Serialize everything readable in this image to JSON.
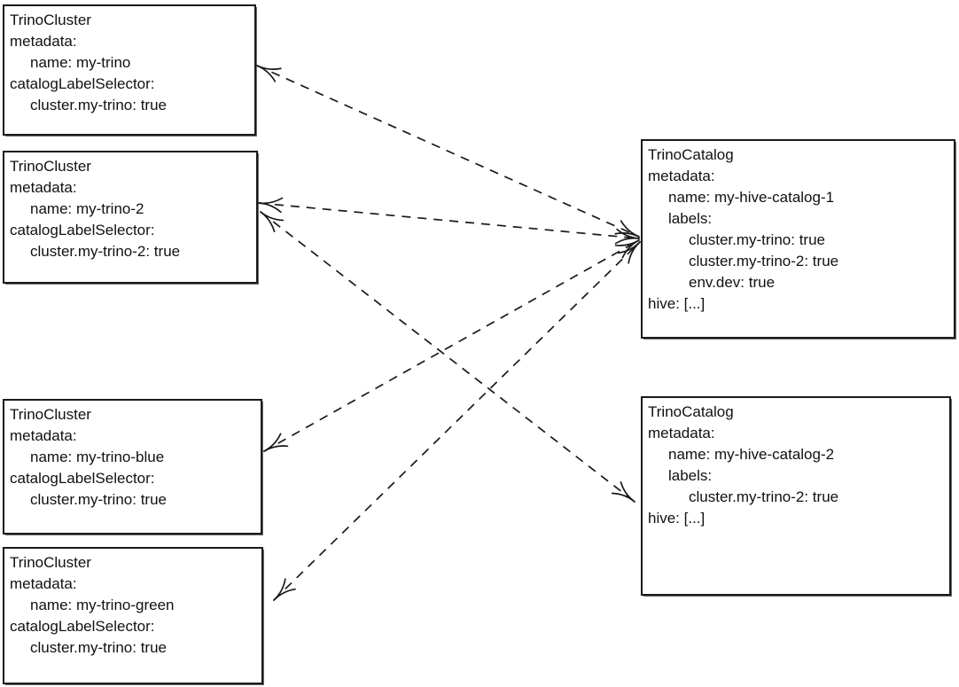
{
  "diagram": {
    "colors": {
      "background": "#ffffff",
      "stroke": "#1a1a1a",
      "text": "#111111"
    },
    "nodes": [
      {
        "id": "my-trino",
        "kind": "TrinoCluster",
        "lines": [
          {
            "text": "TrinoCluster",
            "indent": 0
          },
          {
            "text": "metadata:",
            "indent": 0
          },
          {
            "text": "name: my-trino",
            "indent": 1
          },
          {
            "text": "catalogLabelSelector:",
            "indent": 0
          },
          {
            "text": "cluster.my-trino: true",
            "indent": 1
          }
        ]
      },
      {
        "id": "my-trino-2",
        "kind": "TrinoCluster",
        "lines": [
          {
            "text": "TrinoCluster",
            "indent": 0
          },
          {
            "text": "metadata:",
            "indent": 0
          },
          {
            "text": "name: my-trino-2",
            "indent": 1
          },
          {
            "text": "catalogLabelSelector:",
            "indent": 0
          },
          {
            "text": "cluster.my-trino-2: true",
            "indent": 1
          }
        ]
      },
      {
        "id": "my-trino-blue",
        "kind": "TrinoCluster",
        "lines": [
          {
            "text": "TrinoCluster",
            "indent": 0
          },
          {
            "text": "metadata:",
            "indent": 0
          },
          {
            "text": "name: my-trino-blue",
            "indent": 1
          },
          {
            "text": "catalogLabelSelector:",
            "indent": 0
          },
          {
            "text": "cluster.my-trino: true",
            "indent": 1
          }
        ]
      },
      {
        "id": "my-trino-green",
        "kind": "TrinoCluster",
        "lines": [
          {
            "text": "TrinoCluster",
            "indent": 0
          },
          {
            "text": "metadata:",
            "indent": 0
          },
          {
            "text": "name: my-trino-green",
            "indent": 1
          },
          {
            "text": "catalogLabelSelector:",
            "indent": 0
          },
          {
            "text": "cluster.my-trino: true",
            "indent": 1
          }
        ]
      },
      {
        "id": "my-hive-catalog-1",
        "kind": "TrinoCatalog",
        "lines": [
          {
            "text": "TrinoCatalog",
            "indent": 0
          },
          {
            "text": "metadata:",
            "indent": 0
          },
          {
            "text": "name: my-hive-catalog-1",
            "indent": 1
          },
          {
            "text": "labels:",
            "indent": 1
          },
          {
            "text": "cluster.my-trino: true",
            "indent": 2
          },
          {
            "text": "cluster.my-trino-2: true",
            "indent": 2
          },
          {
            "text": "env.dev: true",
            "indent": 2
          },
          {
            "text": "hive: [...]",
            "indent": 0
          }
        ]
      },
      {
        "id": "my-hive-catalog-2",
        "kind": "TrinoCatalog",
        "lines": [
          {
            "text": "TrinoCatalog",
            "indent": 0
          },
          {
            "text": "metadata:",
            "indent": 0
          },
          {
            "text": "name: my-hive-catalog-2",
            "indent": 1
          },
          {
            "text": "labels:",
            "indent": 1
          },
          {
            "text": "cluster.my-trino-2: true",
            "indent": 2
          },
          {
            "text": "hive: [...]",
            "indent": 0
          }
        ]
      }
    ],
    "edges": [
      {
        "a": "my-trino",
        "b": "my-hive-catalog-1",
        "style": "dashed",
        "arrowheads": "both"
      },
      {
        "a": "my-trino-2",
        "b": "my-hive-catalog-1",
        "style": "dashed",
        "arrowheads": "both"
      },
      {
        "a": "my-trino-blue",
        "b": "my-hive-catalog-1",
        "style": "dashed",
        "arrowheads": "both"
      },
      {
        "a": "my-trino-green",
        "b": "my-hive-catalog-1",
        "style": "dashed",
        "arrowheads": "both"
      },
      {
        "a": "my-trino-2",
        "b": "my-hive-catalog-2",
        "style": "dashed",
        "arrowheads": "both"
      }
    ]
  }
}
